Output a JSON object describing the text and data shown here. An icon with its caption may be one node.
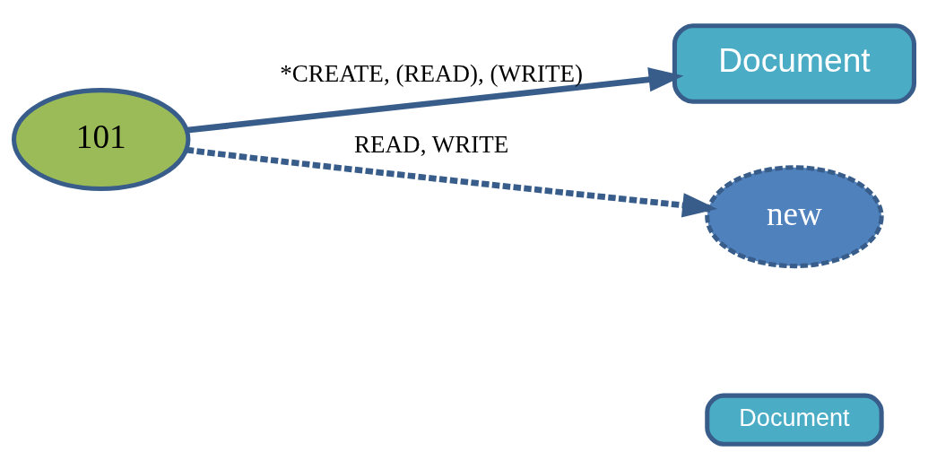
{
  "diagram": {
    "nodes": [
      {
        "text": [
          "101"
        ]
      },
      {
        "text": [
          "Document"
        ]
      },
      {
        "text": [
          "new"
        ]
      },
      {
        "text": [
          "Document"
        ]
      }
    ],
    "edges": [
      {
        "from": 0,
        "to": 1,
        "arrow": "to",
        "label": "*CREATE, (READ), (WRITE)"
      },
      {
        "from": 0,
        "to": 2,
        "arrow": "to",
        "label": "READ, WRITE",
        "style": "dashed"
      }
    ]
  }
}
